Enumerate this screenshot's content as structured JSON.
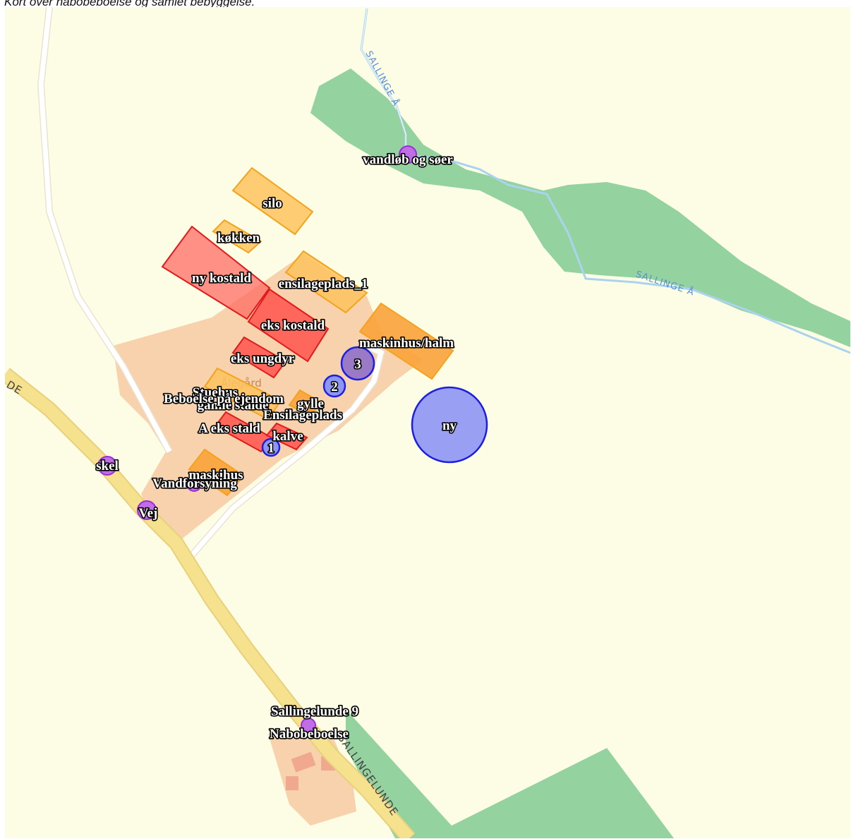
{
  "caption": "Kort over nabobeboelse og samlet bebyggelse.",
  "colors": {
    "background": "#fdfde6",
    "forest": "#94d39f",
    "farmyard": "#f7d2ac",
    "stream": "#a9d3ee",
    "road_yellow": "#f5e18e",
    "road_white": "#ffffff",
    "building_orange": "#fdc35e",
    "building_orange_dark": "#f9a33b",
    "building_red": "#ff5a53",
    "marker_purple": "#c26de8",
    "circle_blue": "#8e96f4",
    "circle_violet": "#8f6fc9"
  },
  "map_labels": {
    "stream_1": "SALLINGE Å",
    "stream_2": "SALLINGE Å",
    "road_1": "SALLINGELUNDE",
    "road_2": "DE",
    "place": "Ålegård"
  },
  "features": {
    "silo": "silo",
    "kokken": "køkken",
    "ny_kostald": "ny kostald",
    "ensilageplads_1": "ensilageplads_1",
    "eks_kostald": "eks kostald",
    "maskinhus_halm": "maskinhus/halm",
    "eks_ungdyr": "eks ungdyr",
    "stuehus": "Stuehus",
    "gamle_stalde": "gamle stalde",
    "beboelse": "Beboelse på ejendom",
    "gylle": "gylle",
    "ensilageplads": "Ensilageplads",
    "a_eks_stald": "A eks stald",
    "kalve": "kalve",
    "maskihus": "maskihus",
    "vandforsyning": "Vandforsyning",
    "vandlob": "vandløb og søer",
    "skel": "skel",
    "vej": "Vej",
    "ny": "ny",
    "nabo_address": "Sallingelunde 9",
    "nabo": "Nabobeboelse"
  },
  "numbered_points": {
    "p1": "1",
    "p2": "2",
    "p3": "3"
  }
}
